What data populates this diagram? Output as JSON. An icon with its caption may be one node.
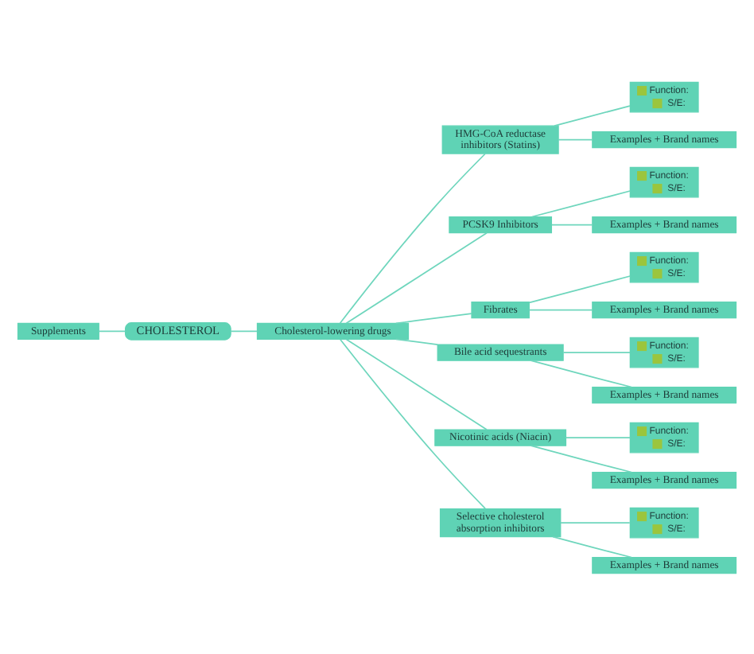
{
  "diagram": {
    "nodes": [
      {
        "text": [
          "Supplements"
        ]
      },
      {
        "text": [
          "CHOLESTEROL"
        ]
      },
      {
        "text": [
          "Cholesterol-lowering drugs"
        ]
      },
      {
        "text": [
          "HMG-CoA reductase inhibitors (Statins)"
        ]
      },
      {
        "text": [
          "Function:",
          "S/E:"
        ]
      },
      {
        "text": [
          "Examples + Brand names"
        ]
      },
      {
        "text": [
          "PCSK9 Inhibitors"
        ]
      },
      {
        "text": [
          "Function:",
          "S/E:"
        ]
      },
      {
        "text": [
          "Examples + Brand names"
        ]
      },
      {
        "text": [
          "Fibrates"
        ]
      },
      {
        "text": [
          "Function:",
          "S/E:"
        ]
      },
      {
        "text": [
          "Examples + Brand names"
        ]
      },
      {
        "text": [
          "Bile acid sequestrants"
        ]
      },
      {
        "text": [
          "Function:",
          "S/E:"
        ]
      },
      {
        "text": [
          "Examples + Brand names"
        ]
      },
      {
        "text": [
          "Nicotinic acids (Niacin)"
        ]
      },
      {
        "text": [
          "Function:",
          "S/E:"
        ]
      },
      {
        "text": [
          "Examples + Brand names"
        ]
      },
      {
        "text": [
          "Selective cholesterol absorption inhibitors"
        ]
      },
      {
        "text": [
          "Function:",
          "S/E:"
        ]
      },
      {
        "text": [
          "Examples + Brand names"
        ]
      }
    ],
    "edges": [
      {
        "from": 0,
        "to": 1,
        "arrow": "none"
      },
      {
        "from": 1,
        "to": 2,
        "arrow": "none"
      },
      {
        "from": 2,
        "to": 3,
        "arrow": "none"
      },
      {
        "from": 3,
        "to": 4,
        "arrow": "none"
      },
      {
        "from": 3,
        "to": 5,
        "arrow": "none"
      },
      {
        "from": 2,
        "to": 6,
        "arrow": "none"
      },
      {
        "from": 6,
        "to": 7,
        "arrow": "none"
      },
      {
        "from": 6,
        "to": 8,
        "arrow": "none"
      },
      {
        "from": 2,
        "to": 9,
        "arrow": "none"
      },
      {
        "from": 9,
        "to": 10,
        "arrow": "none"
      },
      {
        "from": 9,
        "to": 11,
        "arrow": "none"
      },
      {
        "from": 2,
        "to": 12,
        "arrow": "none"
      },
      {
        "from": 12,
        "to": 13,
        "arrow": "none"
      },
      {
        "from": 12,
        "to": 14,
        "arrow": "none"
      },
      {
        "from": 2,
        "to": 15,
        "arrow": "none"
      },
      {
        "from": 15,
        "to": 16,
        "arrow": "none"
      },
      {
        "from": 15,
        "to": 17,
        "arrow": "none"
      },
      {
        "from": 2,
        "to": 18,
        "arrow": "none"
      },
      {
        "from": 18,
        "to": 19,
        "arrow": "none"
      },
      {
        "from": 18,
        "to": 20,
        "arrow": "none"
      }
    ]
  }
}
